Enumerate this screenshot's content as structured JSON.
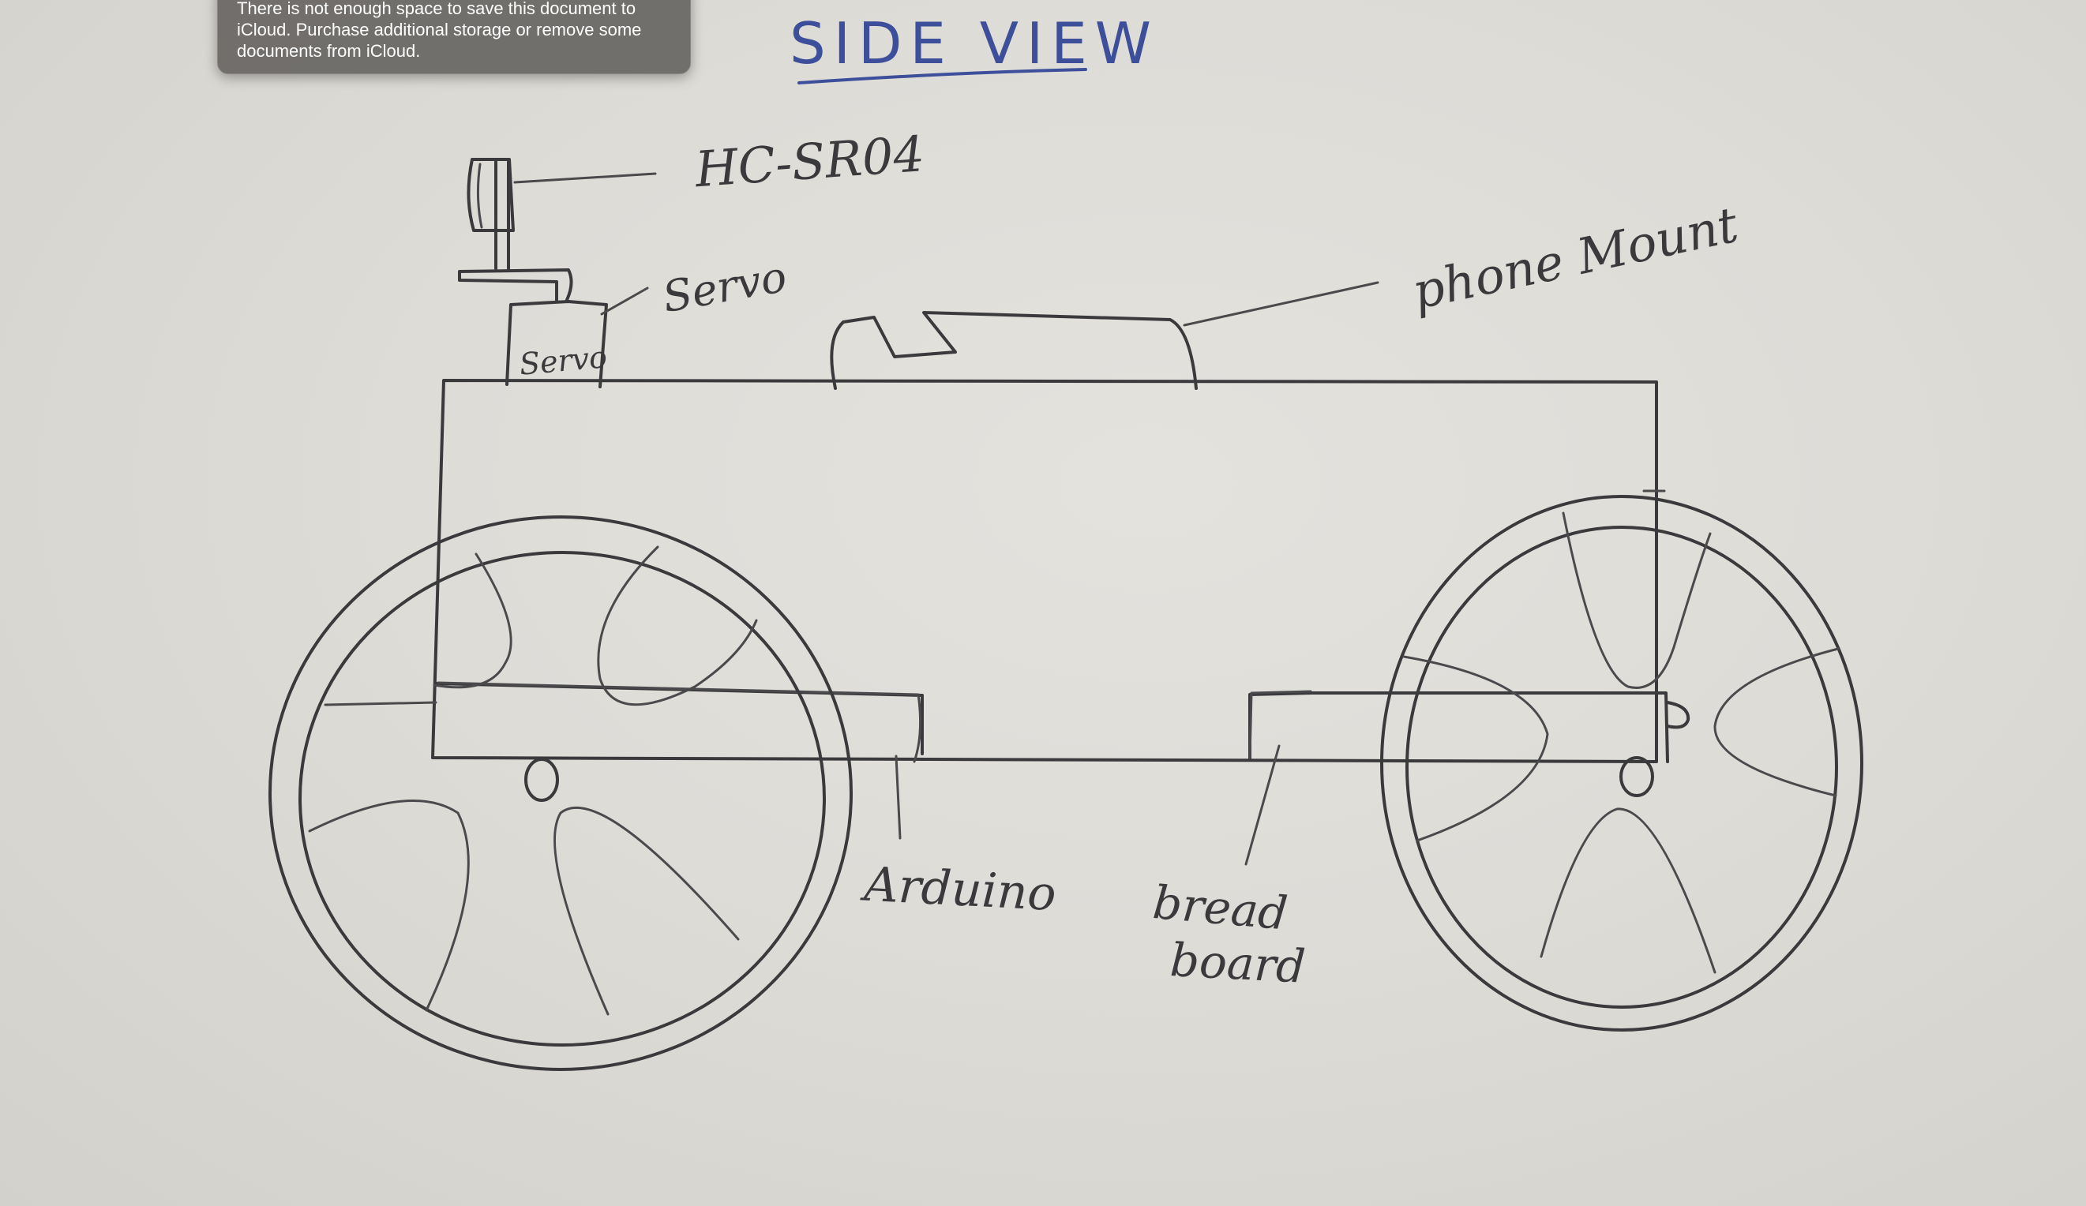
{
  "notification": {
    "message": "There is not enough space to save this document to iCloud. Purchase additional storage or remove some documents from iCloud."
  },
  "diagram": {
    "title": "SIDE VIEW",
    "labels": {
      "sensor": "HC-SR04",
      "servo_callout": "Servo",
      "servo_box": "Servo",
      "phone_mount": "phone Mount",
      "arduino": "Arduino",
      "breadboard_line1": "bread",
      "breadboard_line2": "board"
    }
  },
  "colors": {
    "pencil": "#3a3a3c",
    "title_ink": "#3d4f9a",
    "paper": "#e0ded9",
    "notice_bg": "#686664"
  }
}
